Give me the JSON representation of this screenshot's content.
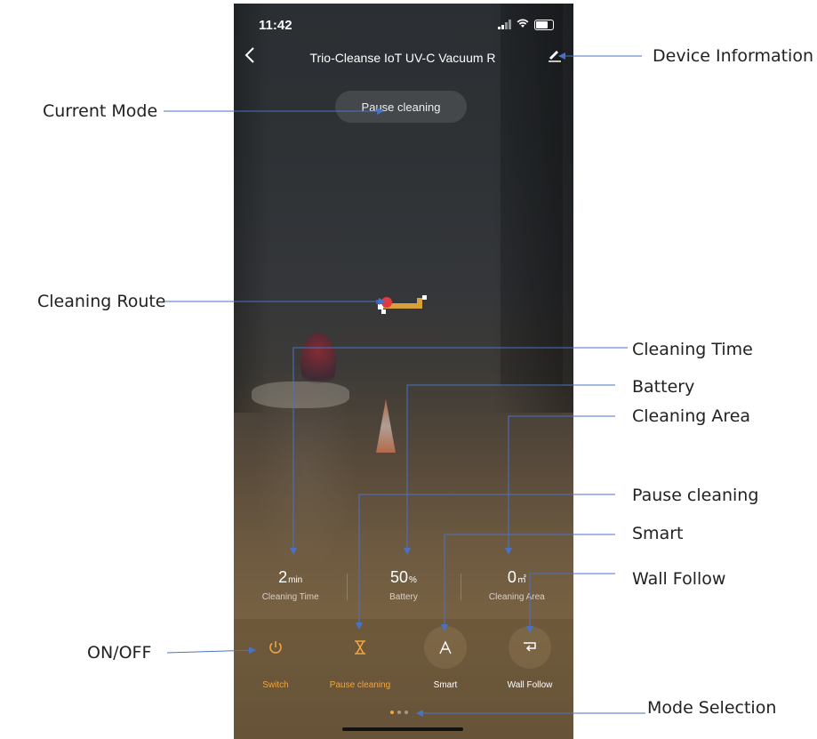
{
  "status_bar": {
    "time": "11:42"
  },
  "header": {
    "back_icon": "chevron-left-icon",
    "title": "Trio-Cleanse IoT UV-C Vacuum R",
    "edit_icon": "pencil-icon"
  },
  "current_mode": "Pause cleaning",
  "stats": [
    {
      "value": "2",
      "unit": "min",
      "label": "Cleaning Time"
    },
    {
      "value": "50",
      "unit": "%",
      "label": "Battery"
    },
    {
      "value": "0",
      "unit": "㎡",
      "label": "Cleaning Area"
    }
  ],
  "modes": [
    {
      "label": "Switch",
      "icon": "power-icon",
      "glyph": "⏻",
      "active": true
    },
    {
      "label": "Pause cleaning",
      "icon": "hourglass-icon",
      "glyph": "⌛",
      "active": true
    },
    {
      "label": "Smart",
      "icon": "smart-a-icon",
      "glyph": "A",
      "active": false
    },
    {
      "label": "Wall Follow",
      "icon": "wall-follow-icon",
      "glyph": "⮐",
      "active": false
    }
  ],
  "page_indicator": {
    "count": 3,
    "active": 0
  },
  "annotations": {
    "device_information": "Device Information",
    "current_mode": "Current Mode",
    "cleaning_route": "Cleaning Route",
    "cleaning_time": "Cleaning Time",
    "battery": "Battery",
    "cleaning_area": "Cleaning Area",
    "pause_cleaning": "Pause cleaning",
    "smart": "Smart",
    "wall_follow": "Wall Follow",
    "on_off": "ON/OFF",
    "mode_selection": "Mode Selection"
  },
  "colors": {
    "accent": "#f0a640",
    "annotation_line": "#4a72c4"
  }
}
